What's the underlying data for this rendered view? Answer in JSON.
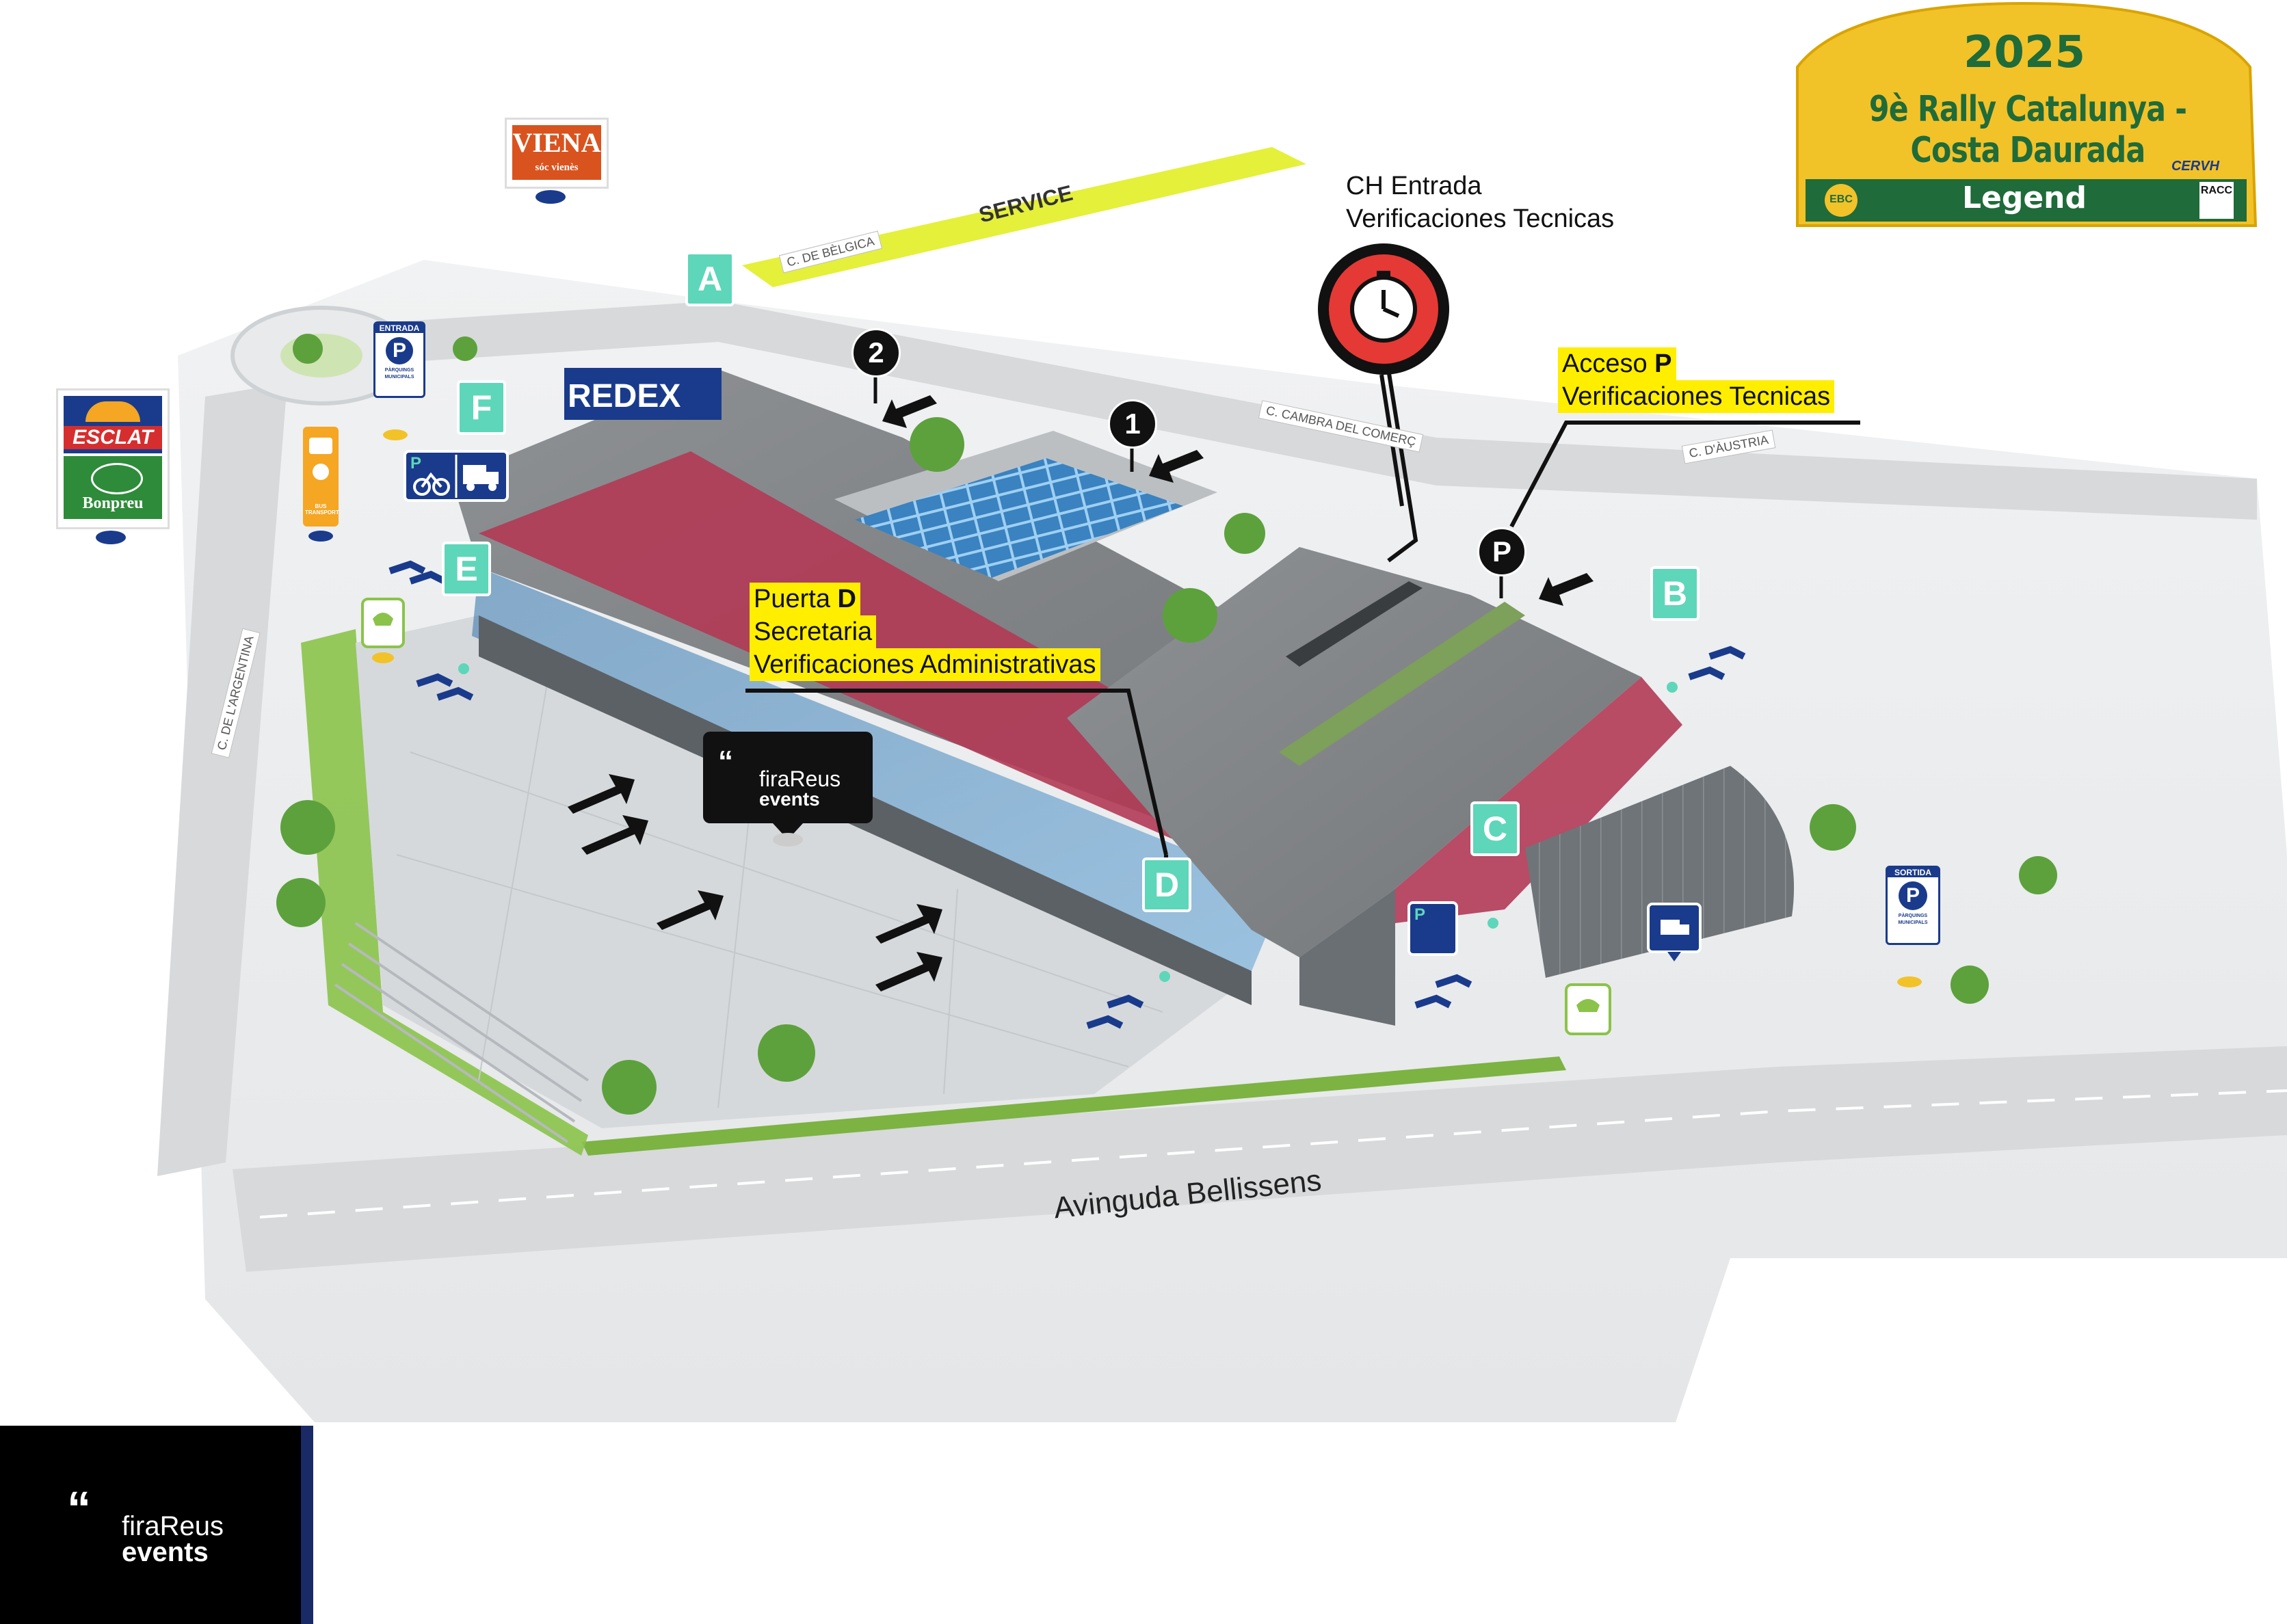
{
  "plate": {
    "year": "2025",
    "title": "9è Rally Catalunya - Costa Daurada",
    "subtitle": "Legend",
    "partners": [
      "CERVH",
      "RACC",
      "EBC"
    ],
    "colors": {
      "bg": "#f2c229",
      "band": "#1f6b3a",
      "text": "#1f6b3a"
    }
  },
  "callouts": {
    "ch": {
      "line1": "CH Entrada",
      "line2": "Verificaciones Tecnicas"
    },
    "acceso": {
      "line1_pre": "Acceso ",
      "line1_bold": "P",
      "line2": "Verificaciones Tecnicas"
    },
    "puerta": {
      "line1_pre": "Puerta ",
      "line1_bold": "D",
      "line2": "Secretaria",
      "line3": "Verificaciones Administrativas"
    }
  },
  "streets": {
    "belgica": "C. DE BÈLGICA",
    "cambra": "C. CAMBRA DEL COMERÇ",
    "austria": "C. D'ÀUSTRIA",
    "argentina": "C. DE L'ARGENTINA",
    "avinguda": "Avinguda Bellissens",
    "service": "SERVICE"
  },
  "gates": [
    "A",
    "B",
    "C",
    "D",
    "E",
    "F"
  ],
  "markers": {
    "m1": "1",
    "m2": "2",
    "parking": "P"
  },
  "brands": {
    "viena": {
      "name": "VIENA",
      "tagline": "sóc vienès"
    },
    "esclat": "ESCLAT",
    "bonpreu": "Bonpreu",
    "redexis": "REDEX",
    "parking_in": {
      "top": "ENTRADA",
      "letter": "P",
      "bottom": "PÀRQUINGS MUNICIPALS"
    },
    "parking_out": {
      "top": "SORTIDA",
      "letter": "P",
      "bottom": "PÀRQUINGS MUNICIPALS"
    },
    "bus": {
      "bottom": "BUS TRANSPORT"
    }
  },
  "firareus": {
    "line1": "firaReus",
    "line2": "events"
  },
  "bottom_logo": {
    "line1": "firaReus",
    "line2": "events"
  },
  "icons": [
    "stopwatch-icon",
    "bike-icon",
    "truck-icon",
    "bus-icon",
    "ev-charger-icon",
    "parking-icon",
    "arrow-icon"
  ]
}
